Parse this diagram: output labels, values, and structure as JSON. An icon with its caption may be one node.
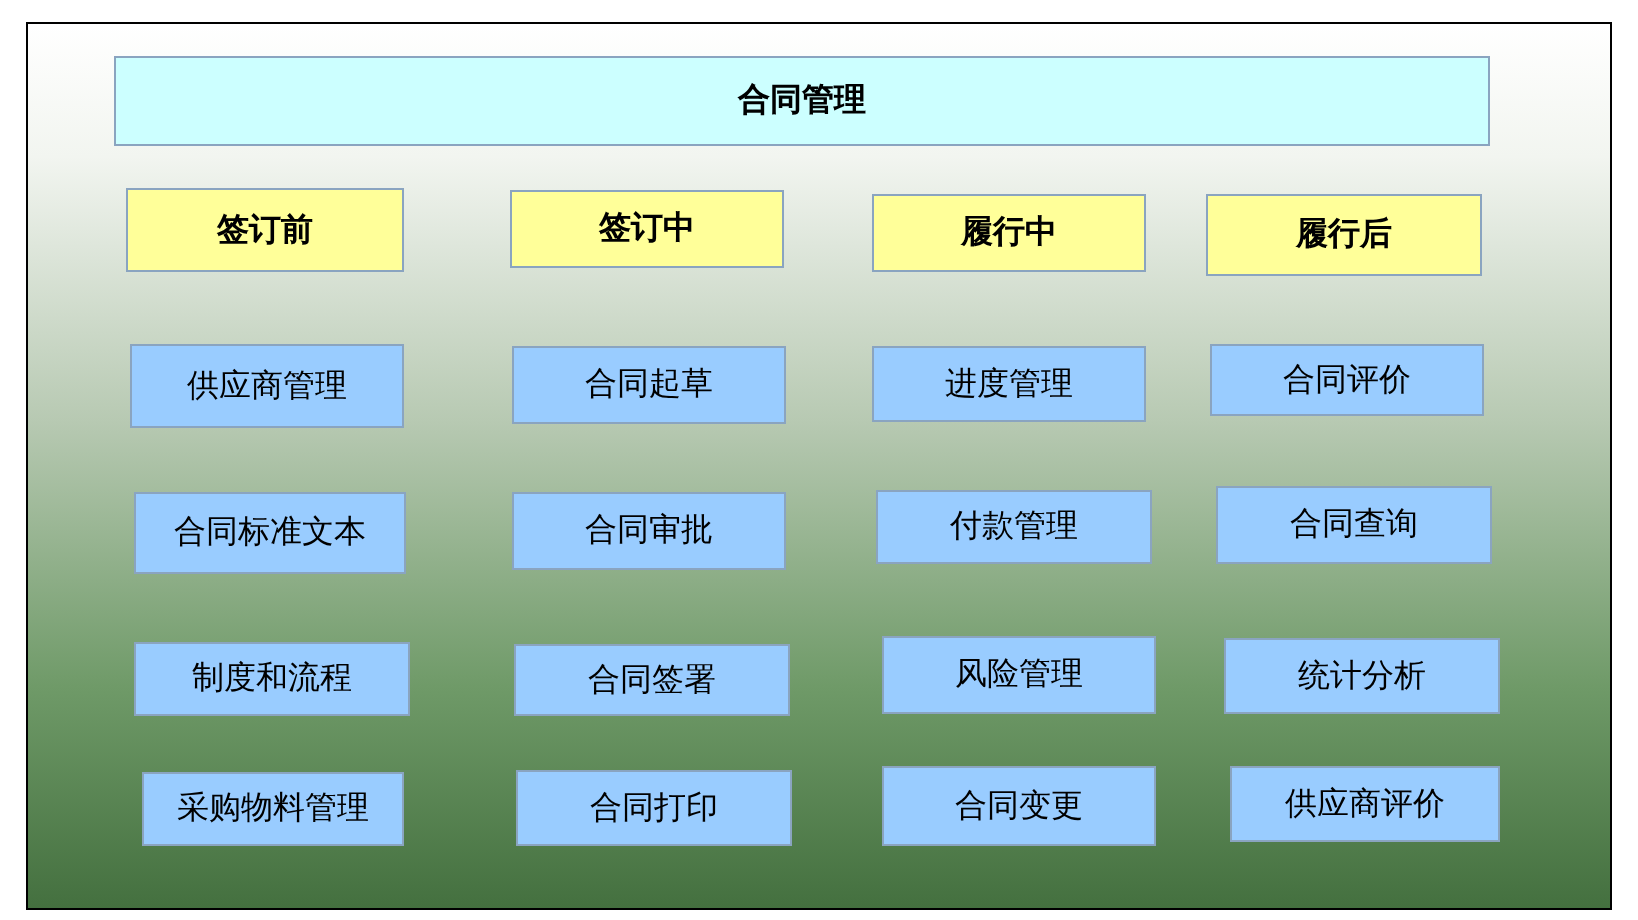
{
  "diagram": {
    "nodes": [
      {
        "text": [
          "合同管理"
        ]
      },
      {
        "text": [
          "签订前"
        ]
      },
      {
        "text": [
          "签订中"
        ]
      },
      {
        "text": [
          "履行中"
        ]
      },
      {
        "text": [
          "履行后"
        ]
      },
      {
        "text": [
          "供应商管理"
        ]
      },
      {
        "text": [
          "合同起草"
        ]
      },
      {
        "text": [
          "进度管理"
        ]
      },
      {
        "text": [
          "合同评价"
        ]
      },
      {
        "text": [
          "合同标准文本"
        ]
      },
      {
        "text": [
          "合同审批"
        ]
      },
      {
        "text": [
          "付款管理"
        ]
      },
      {
        "text": [
          "合同查询"
        ]
      },
      {
        "text": [
          "制度和流程"
        ]
      },
      {
        "text": [
          "合同签署"
        ]
      },
      {
        "text": [
          "风险管理"
        ]
      },
      {
        "text": [
          "统计分析"
        ]
      },
      {
        "text": [
          "采购物料管理"
        ]
      },
      {
        "text": [
          "合同打印"
        ]
      },
      {
        "text": [
          "合同变更"
        ]
      },
      {
        "text": [
          "供应商评价"
        ]
      }
    ]
  }
}
